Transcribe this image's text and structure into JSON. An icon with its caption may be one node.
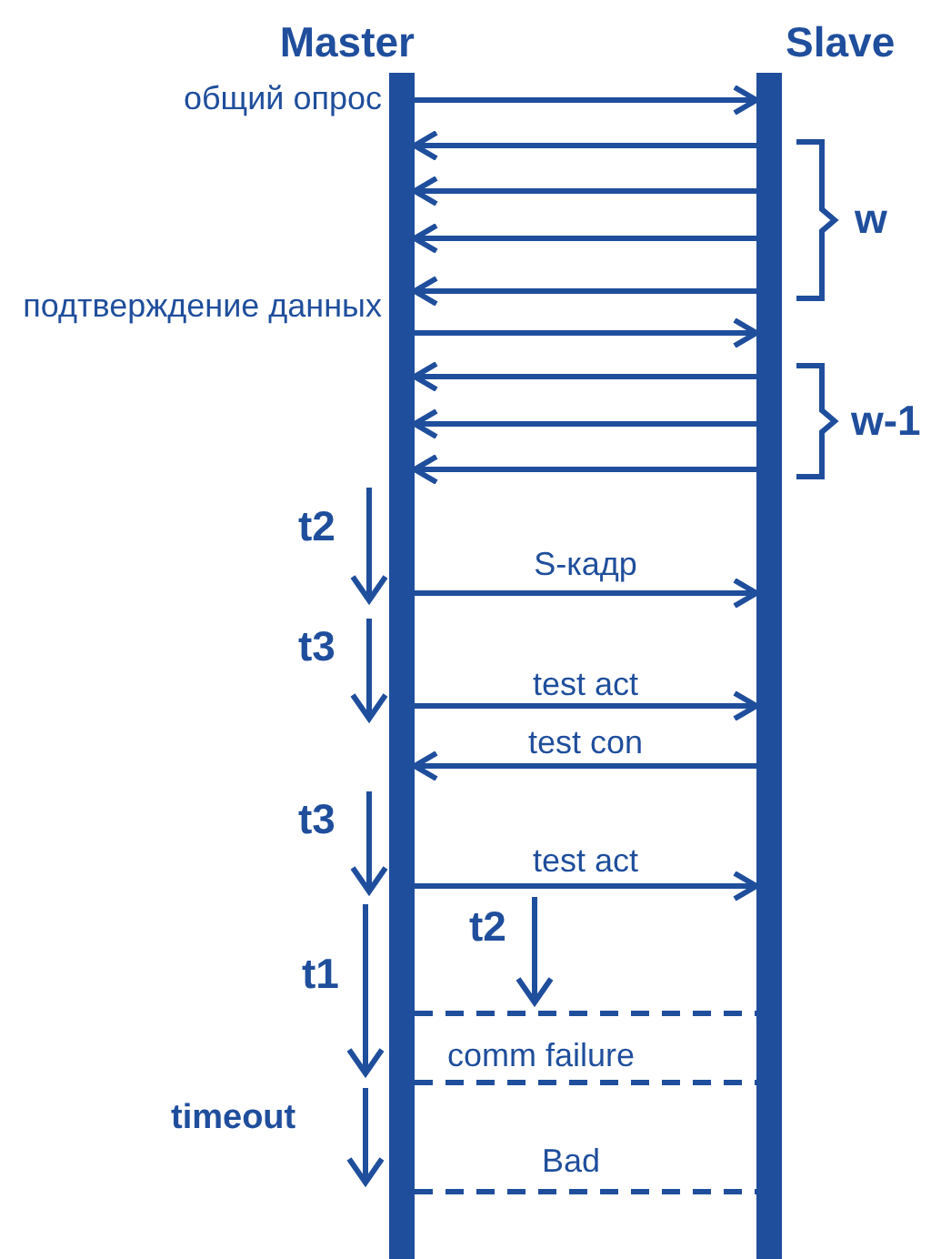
{
  "diagram": {
    "nodes": [
      {
        "text": [
          "Master"
        ]
      },
      {
        "text": [
          "Slave"
        ]
      }
    ],
    "edges": [
      {
        "from": 0,
        "to": 1,
        "arrow": "to",
        "label": "общий опрос"
      },
      {
        "from": 1,
        "to": 0,
        "arrow": "to"
      },
      {
        "from": 1,
        "to": 0,
        "arrow": "to"
      },
      {
        "from": 1,
        "to": 0,
        "arrow": "to"
      },
      {
        "from": 1,
        "to": 0,
        "arrow": "to"
      },
      {
        "from": 0,
        "to": 1,
        "arrow": "to",
        "label": "подтверждение данных"
      },
      {
        "from": 1,
        "to": 0,
        "arrow": "to"
      },
      {
        "from": 1,
        "to": 0,
        "arrow": "to"
      },
      {
        "from": 1,
        "to": 0,
        "arrow": "to"
      },
      {
        "from": 0,
        "to": 1,
        "arrow": "to",
        "label": "S-кадр"
      },
      {
        "from": 0,
        "to": 1,
        "arrow": "to",
        "label": "test act"
      },
      {
        "from": 1,
        "to": 0,
        "arrow": "to",
        "label": "test con"
      },
      {
        "from": 0,
        "to": 1,
        "arrow": "to",
        "label": "test act"
      },
      {
        "from": 0,
        "to": 1,
        "arrow": "none",
        "style": "dashed"
      },
      {
        "from": 0,
        "to": 1,
        "arrow": "none",
        "style": "dashed"
      },
      {
        "from": 0,
        "to": 1,
        "arrow": "none",
        "style": "dashed"
      }
    ],
    "labels": [
      "w",
      "w-1",
      "t2",
      "t3",
      "t3",
      "t1",
      "t2",
      "timeout",
      "comm failure",
      "Bad"
    ]
  }
}
